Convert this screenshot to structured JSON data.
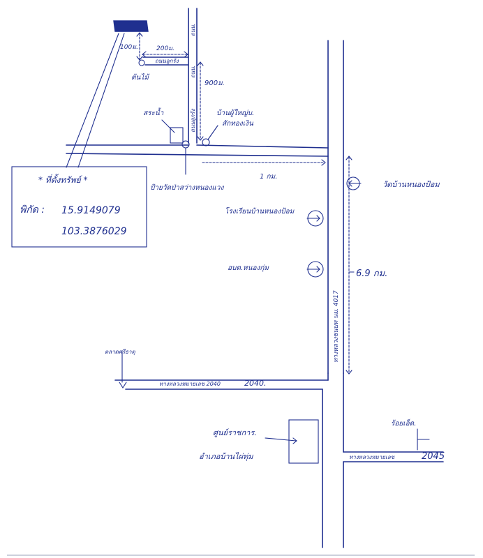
{
  "colors": {
    "ink": "#1f2f8f",
    "paper": "#ffffff"
  },
  "labels": {
    "dist_100m_vertical": "100ม.",
    "dist_200m": "200ม.",
    "road_lane_left": "ถนนลูกรัง",
    "road_dirt_top_vertical": "ถนน.",
    "road_vertical_label_2": "ถนน.",
    "road_dirt_vertical": "ถนนลูกรัง",
    "dist_900m": "900ม.",
    "pole": "ต้นไม้",
    "water_tank": "สระน้ำ",
    "house_label_line1": "บ้านผู้ใหญ่บ.",
    "house_label_line2": "สักทองเงิน",
    "village_sign": "ป้ายวัดป่าสว่างหนองแวง",
    "dist_1km": "1 กม.",
    "temple_right": "วัดบ้านหนองป้อม",
    "school": "โรงเรียนบ้านหนองป้อม",
    "subdistrict_office": "อบต.หนองกุ่ม",
    "dist_6_9km": "6.9 กม.",
    "highway_4017_label": "ทางหลวงชนบท นม. 4017",
    "highway_2040_label": "ทางหลวงหมายเลข 2040",
    "highway_2040_number": "2040.",
    "to_chonnabot": "ตลาดศรีธาตุ",
    "health_center_line1": "ศูนย์ราชการ.",
    "health_center_line2": "อำเภอบ้านไผ่ทุ่ม",
    "roi_et": "ร้อยเอ็ด.",
    "highway_2045_label": "ทางหลวงหมายเลข",
    "highway_2045_number": "2045"
  },
  "info_box": {
    "title": "* ที่ตั้งทรัพย์ *",
    "coord_label": "พิกัด :",
    "lat": "15.9149079",
    "lon": "103.3876029"
  }
}
